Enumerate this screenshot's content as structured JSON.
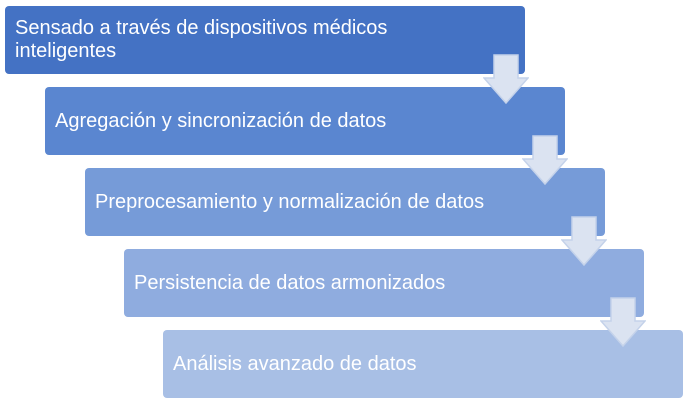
{
  "steps": [
    {
      "label": "Sensado a través de dispositivos médicos inteligentes"
    },
    {
      "label": "Agregación y sincronización de datos"
    },
    {
      "label": "Preprocesamiento y normalización de datos"
    },
    {
      "label": "Persistencia de datos armonizados"
    },
    {
      "label": "Análisis avanzado de datos"
    }
  ],
  "colors": {
    "step_1": "#4472c4",
    "step_2": "#5a86d0",
    "step_3": "#769bd8",
    "step_4": "#8facdf",
    "step_5": "#a8bfe5",
    "arrow_fill": "#dbe3f1",
    "arrow_stroke": "#c4d2ea"
  },
  "icons": {
    "connector": "down-arrow-icon"
  }
}
